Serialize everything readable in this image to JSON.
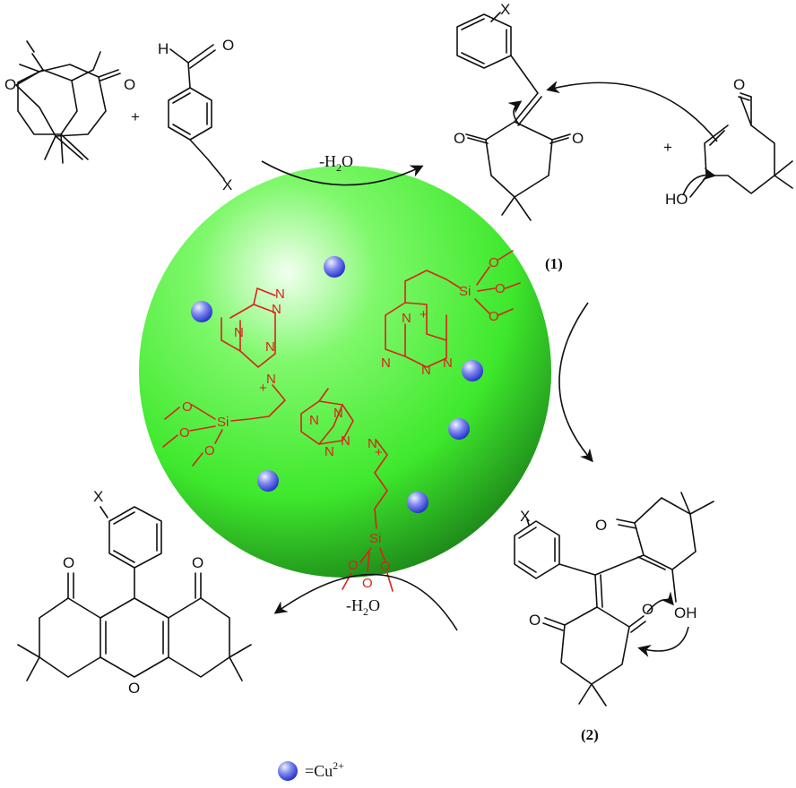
{
  "colors": {
    "sphere_light": "#e8ffe4",
    "sphere_mid": "#4cf23a",
    "sphere_dark": "#1c7c18",
    "linker": "#d8231a",
    "cu_ball": "#2d3cd8"
  },
  "atoms": {
    "O": "O",
    "H": "H",
    "X": "X",
    "N": "N",
    "Si": "Si",
    "HO": "HO",
    "OH": "OH",
    "plus": "+",
    "nplus": "+"
  },
  "conditions": {
    "top": {
      "main": "-H",
      "sub": "2",
      "tail": "O"
    },
    "bottom": {
      "main": "-H",
      "sub": "2",
      "tail": "O"
    }
  },
  "labels": {
    "intermediate_1": "(1)",
    "intermediate_2": "(2)"
  },
  "legend": {
    "text": "=Cu",
    "superscript": "2+"
  }
}
